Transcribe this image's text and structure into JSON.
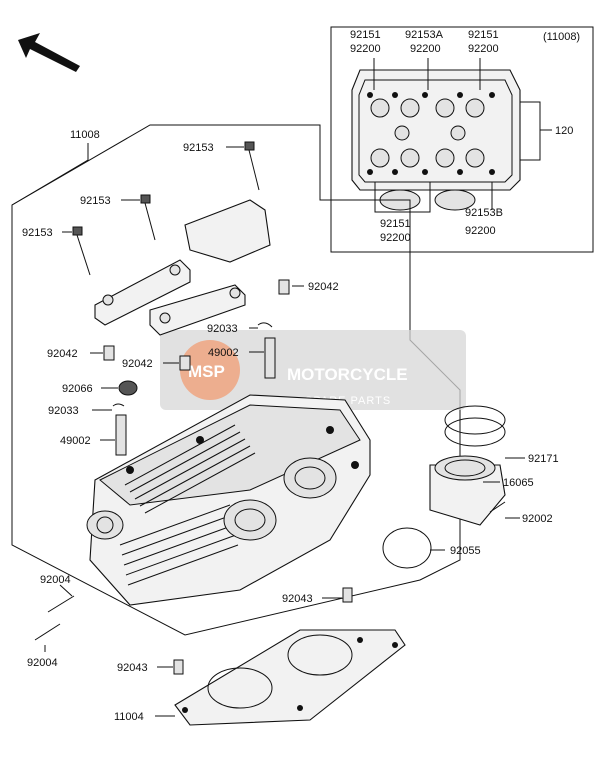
{
  "watermark": {
    "logo": "MSP",
    "title": "MOTORCYCLE",
    "subtitle": "SPARE PARTS",
    "color": "#f26522"
  },
  "inset": {
    "code": "(11008)",
    "labels": {
      "tl1": "92151",
      "tl2": "92200",
      "tm1": "92153A",
      "tm2": "92200",
      "tr1": "92151",
      "tr2": "92200",
      "side": "120",
      "bl1": "92151",
      "bl2": "92200",
      "br1": "92153B",
      "br2": "92200"
    }
  },
  "labels": {
    "head_assy": "11008",
    "bolt_a": "92153",
    "bolt_b": "92153",
    "bolt_c": "92153",
    "dowel_r": "92042",
    "dowel_l": "92042",
    "dowel_m": "92042",
    "clip_r": "92033",
    "clip_l": "92033",
    "tube_r": "49002",
    "tube_l": "49002",
    "cap": "92066",
    "band": "92171",
    "holder": "16065",
    "screw": "92002",
    "oring": "92055",
    "stud_top": "92004",
    "stud_bot": "92004",
    "dowel_gasket_top": "92043",
    "dowel_gasket_bot": "92043",
    "gasket": "11004"
  }
}
